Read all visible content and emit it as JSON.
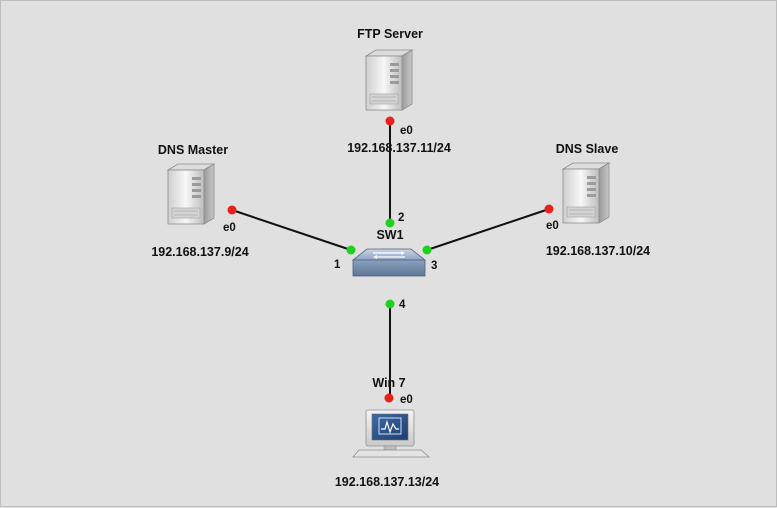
{
  "topology": {
    "nodes": [
      {
        "id": "ftp",
        "name": "FTP Server",
        "ip": "192.168.137.11/24",
        "iface": "e0",
        "icon": "server-icon"
      },
      {
        "id": "dnsm",
        "name": "DNS Master",
        "ip": "192.168.137.9/24",
        "iface": "e0",
        "icon": "server-icon"
      },
      {
        "id": "dnss",
        "name": "DNS Slave",
        "ip": "192.168.137.10/24",
        "iface": "e0",
        "icon": "server-icon"
      },
      {
        "id": "win7",
        "name": "Win 7",
        "ip": "192.168.137.13/24",
        "iface": "e0",
        "icon": "workstation-icon"
      }
    ],
    "switch": {
      "name": "SW1",
      "icon": "switch-icon",
      "ports": [
        "1",
        "2",
        "3",
        "4"
      ]
    },
    "links": [
      {
        "from": "dnsm",
        "to_port": "1"
      },
      {
        "from": "ftp",
        "to_port": "2"
      },
      {
        "from": "dnss",
        "to_port": "3"
      },
      {
        "from": "win7",
        "to_port": "4"
      }
    ],
    "colors": {
      "link_down": "#e8211a",
      "link_up": "#1fd11f",
      "background": "#e0e0e0",
      "cable": "#111111"
    }
  }
}
